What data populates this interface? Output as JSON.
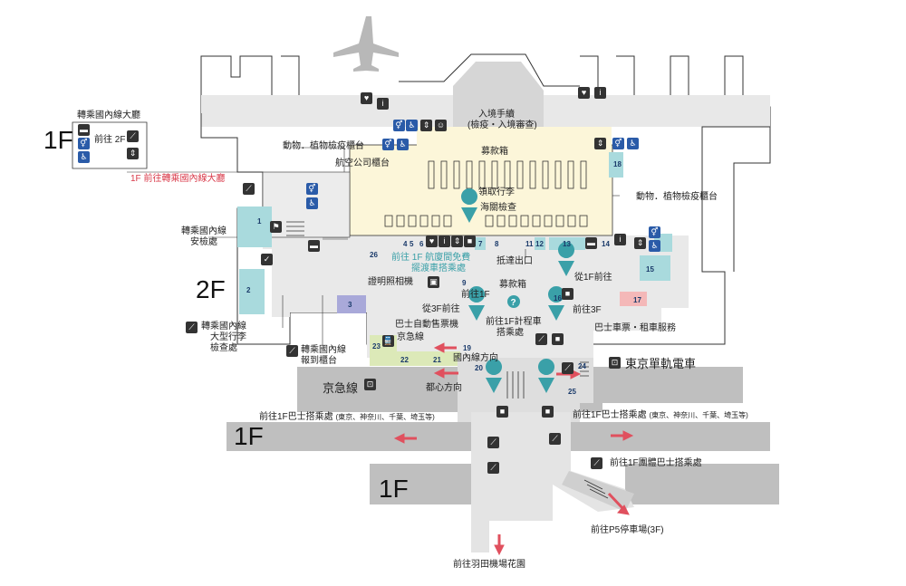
{
  "colors": {
    "corridor": "#d9d9d9",
    "concourse": "#e9e9e9",
    "baggage_hall": "#fcf6d9",
    "teal_area": "#a9dadd",
    "purple_area": "#a9a9d9",
    "pink_area": "#f4b8b8",
    "green_area": "#dce9b8",
    "accent_red": "#e0505e",
    "pin": "#3aa0a8",
    "outline": "#333333"
  },
  "floors": {
    "f1_top": "1F",
    "f2": "2F",
    "f1_bus_left": "1F",
    "f1_bus_lower": "1F"
  },
  "labels": {
    "transfer_domestic_hall": "轉乘國內線大廳",
    "to_2f": "前往 2F",
    "to_1f_transfer_hall": "1F 前往轉乘國內線大廳",
    "animal_plant_left": "動物．植物檢疫櫃台",
    "airline_counter": "航空公司櫃台",
    "immigration_line1": "入境手續",
    "immigration_line2": "(檢疫・入境審查)",
    "donation_box_top": "募款箱",
    "baggage_claim": "領取行李",
    "customs": "海關檢查",
    "animal_plant_right": "動物．植物檢疫櫃台",
    "transfer_security_line1": "轉乘國內線",
    "transfer_security_line2": "安檢處",
    "free_shuttle_line1": "前往 1F 航廈間免費",
    "free_shuttle_line2": "擺渡車搭乘處",
    "arrival_exit": "抵達出口",
    "to_1f_right": "從1F前往",
    "photo_booth": "證明照相機",
    "to_1f_mid": "前往1F",
    "donation_box_mid": "募款箱",
    "from_3f": "從3F前往",
    "to_3f": "前往3F",
    "bus_ticket_machine": "巴士自動售票機",
    "taxi_line1": "前往1F計程車",
    "taxi_line2": "搭乘處",
    "bus_car_service": "巴士車票・租車服務",
    "keikyu_line": "京急線",
    "domestic_direction": "國內線方向",
    "transfer_baggage_line1": "轉乘國內線",
    "transfer_baggage_line2": "大型行李",
    "transfer_baggage_line3": "檢查處",
    "transfer_checkin_line1": "轉乘國內線",
    "transfer_checkin_line2": "報到櫃台",
    "tokyo_monorail": "東京單軌電車",
    "keikyu_station": "京急線",
    "city_center": "都心方向",
    "bus_left": "前往1F巴士搭乘處",
    "bus_left_sub": "(東京、神奈川、千葉、埼玉等)",
    "bus_right": "前往1F巴士搭乘處",
    "bus_right_sub": "(東京、神奈川、千葉、埼玉等)",
    "group_bus": "前往1F團體巴士搭乘處",
    "p5_parking": "前往P5停車場(3F)",
    "garden": "前往羽田機場花園"
  },
  "area_numbers": [
    "1",
    "2",
    "3",
    "4",
    "5",
    "6",
    "7",
    "8",
    "9",
    "11",
    "12",
    "13",
    "14",
    "15",
    "16",
    "17",
    "18",
    "19",
    "20",
    "21",
    "22",
    "23",
    "24",
    "25",
    "26"
  ],
  "icons": [
    "airplane-icon",
    "aed-icon",
    "information-icon",
    "toilet-icon",
    "accessible-toilet-icon",
    "elevator-icon",
    "escalator-icon",
    "nursing-room-icon",
    "train-icon",
    "bus-stop-icon",
    "smoking-room-icon",
    "pin-icon",
    "question-icon"
  ]
}
